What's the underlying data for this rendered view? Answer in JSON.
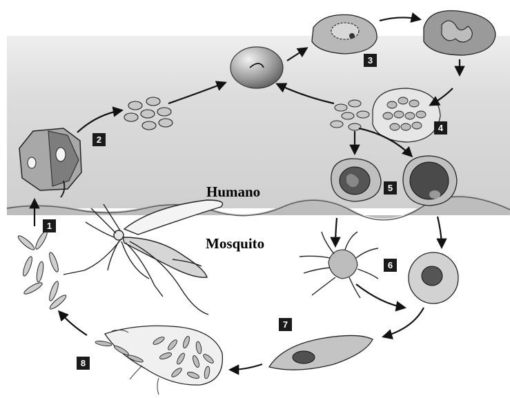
{
  "regions": {
    "human_label": "Humano",
    "mosquito_label": "Mosquito"
  },
  "steps": [
    "1",
    "2",
    "3",
    "4",
    "5",
    "6",
    "7",
    "8"
  ],
  "colors": {
    "tissue_band": "#d9d9d9",
    "cell_fill": "#b0b0b0",
    "nucleus_fill": "#4a4a4a",
    "stroke": "#222222",
    "badge": "#1a1a1a"
  }
}
